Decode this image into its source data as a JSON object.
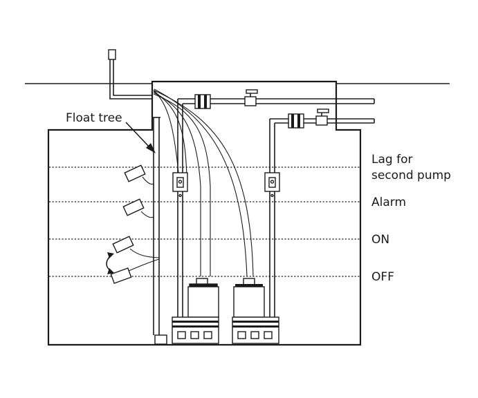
{
  "labels": {
    "float_tree": "Float tree",
    "lag_line1": "Lag for",
    "lag_line2": "second pump",
    "alarm": "Alarm",
    "on": "ON",
    "off": "OFF"
  },
  "icons": [
    "float-switch",
    "submersible-pump",
    "check-valve",
    "union-fitting",
    "ball-valve",
    "junction-box"
  ],
  "colors": {
    "ink": "#1a1a1a",
    "background": "#ffffff"
  }
}
